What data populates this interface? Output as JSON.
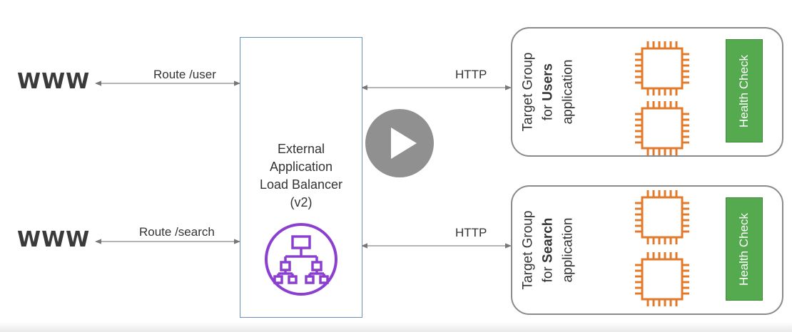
{
  "clients": [
    {
      "label": "WWW",
      "route": "Route /user"
    },
    {
      "label": "WWW",
      "route": "Route /search"
    }
  ],
  "load_balancer": {
    "lines": [
      "External",
      "Application",
      "Load Balancer",
      "(v2)"
    ]
  },
  "protocols": [
    "HTTP",
    "HTTP"
  ],
  "target_groups": [
    {
      "line1": "Target Group",
      "line2_prefix": "for ",
      "line2_bold": "Users",
      "line3": "application",
      "health_check": "Health Check"
    },
    {
      "line1": "Target Group",
      "line2_prefix": "for ",
      "line2_bold": "Search",
      "line3": "application",
      "health_check": "Health Check"
    }
  ],
  "colors": {
    "lb_border": "#6c8ebf",
    "lb_icon": "#8b3fd1",
    "ec2_icon": "#e07a2c",
    "health_check": "#55a94e",
    "arrow": "#777777"
  },
  "icons": {
    "load_balancer": "alb-icon",
    "instance": "ec2-instance-icon",
    "video": "play-icon"
  }
}
